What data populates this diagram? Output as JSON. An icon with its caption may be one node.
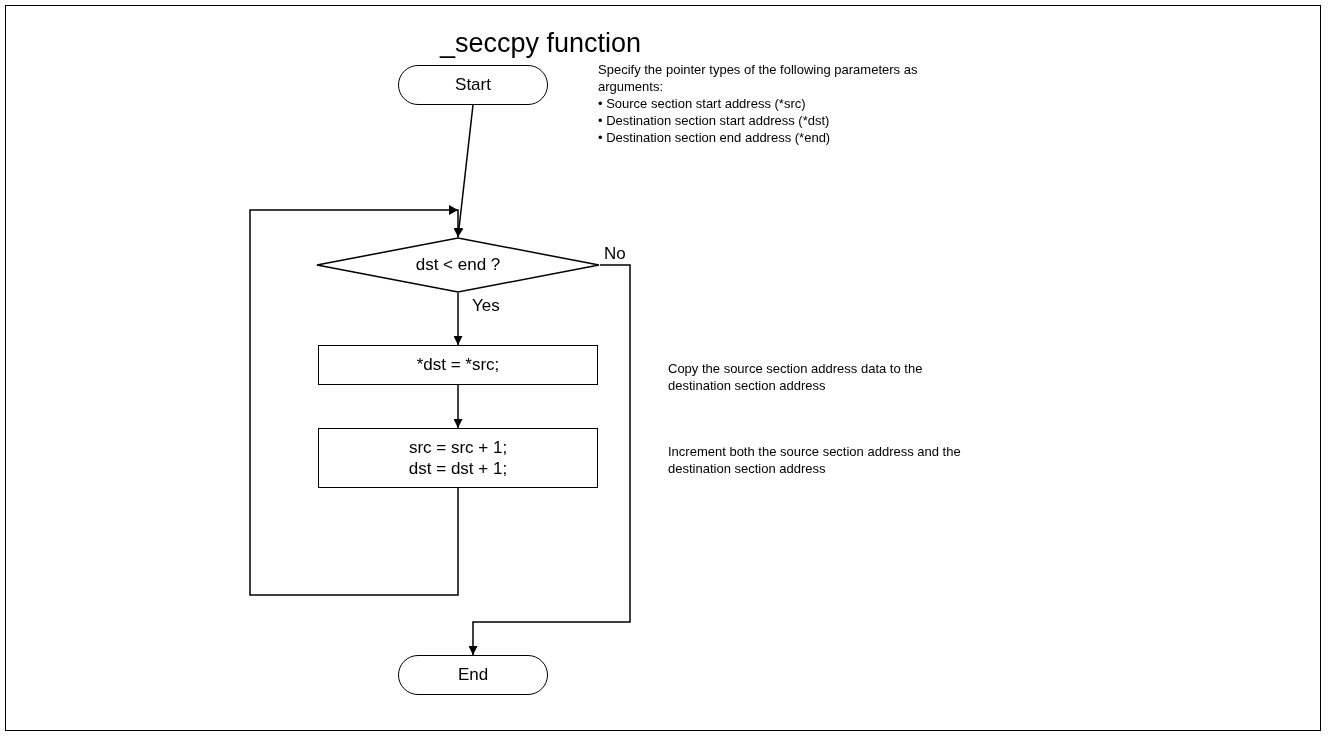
{
  "diagram": {
    "title": "_seccpy function",
    "nodes": [
      {
        "text": [
          "Start"
        ]
      },
      {
        "text": [
          "dst < end ?"
        ]
      },
      {
        "text": [
          "*dst = *src;"
        ]
      },
      {
        "text": [
          "src = src + 1;",
          "dst = dst + 1;"
        ]
      },
      {
        "text": [
          "End"
        ]
      }
    ],
    "edges": [
      {
        "from": 0,
        "to": 1,
        "arrow": "to"
      },
      {
        "from": 1,
        "to": 2,
        "arrow": "to",
        "label": "Yes"
      },
      {
        "from": 2,
        "to": 3,
        "arrow": "to"
      },
      {
        "from": 3,
        "to": 1,
        "arrow": "to"
      },
      {
        "from": 1,
        "to": 4,
        "arrow": "to",
        "label": "No"
      }
    ],
    "labels": [
      "Specify the pointer types of the following parameters as arguments:",
      "• Source section start address (*src)",
      "• Destination section start address (*dst)",
      "• Destination section end address (*end)",
      "Copy the source section address data to the destination section address",
      "Increment both the source section address and the destination section address"
    ]
  }
}
